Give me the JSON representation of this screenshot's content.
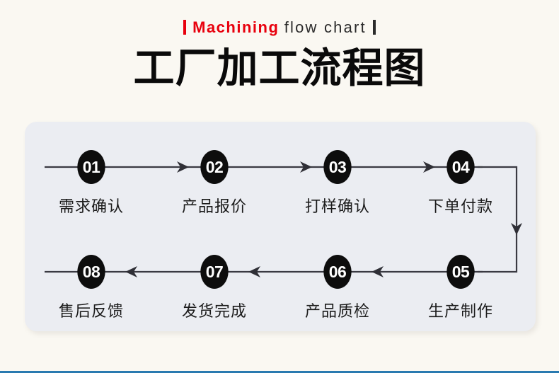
{
  "header": {
    "eyebrow_accent": "Machining",
    "eyebrow_plain": "flow chart",
    "bar_left_color": "#e8000d",
    "bar_right_color": "#2b2b2b",
    "title_cn": "工厂加工流程图"
  },
  "panel": {
    "background": "#ebedf2",
    "node_color": "#0d0d0d",
    "line_color": "#3a3a42"
  },
  "flow": {
    "row1": [
      {
        "number": "01",
        "label": "需求确认"
      },
      {
        "number": "02",
        "label": "产品报价"
      },
      {
        "number": "03",
        "label": "打样确认"
      },
      {
        "number": "04",
        "label": "下单付款"
      }
    ],
    "row2": [
      {
        "number": "08",
        "label": "售后反馈"
      },
      {
        "number": "07",
        "label": "发货完成"
      },
      {
        "number": "06",
        "label": "产品质检"
      },
      {
        "number": "05",
        "label": "生产制作"
      }
    ]
  },
  "footer": {
    "rule_color": "#2a7ab0"
  }
}
